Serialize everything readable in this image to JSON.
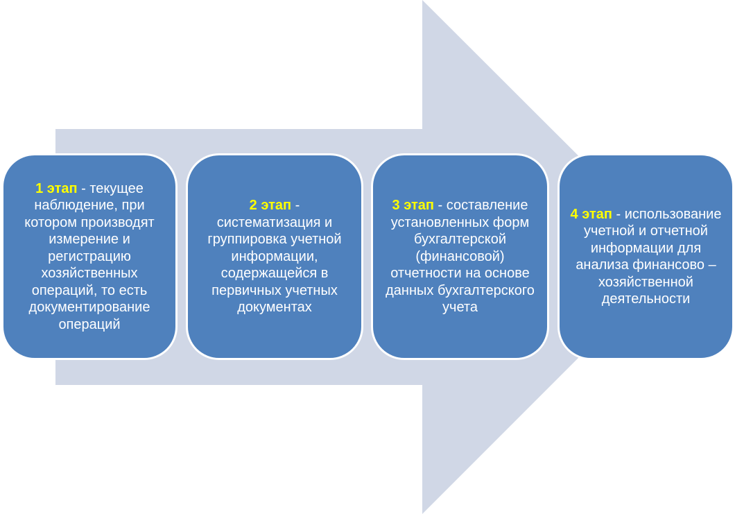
{
  "colors": {
    "arrow": "#d0d7e6",
    "stage_fill": "#4f81bd",
    "stage_border": "#ffffff",
    "label_highlight": "#ffff00",
    "text": "#ffffff"
  },
  "stages": [
    {
      "label": "1 этап",
      "text": " - текущее наблюдение, при котором производят измерение  и регистрацию хозяйственных операций, то есть документирование операций"
    },
    {
      "label": "2 этап",
      "text": " - систематизация и группировка учетной информации, содержащейся в первичных учетных документах"
    },
    {
      "label": "3 этап",
      "text": " - составление установленных форм бухгалтерской (финансовой) отчетности на основе данных бухгалтерского учета"
    },
    {
      "label": "4 этап",
      "text": " - использование учетной и отчетной информации для анализа финансово – хозяйственной деятельности"
    }
  ]
}
